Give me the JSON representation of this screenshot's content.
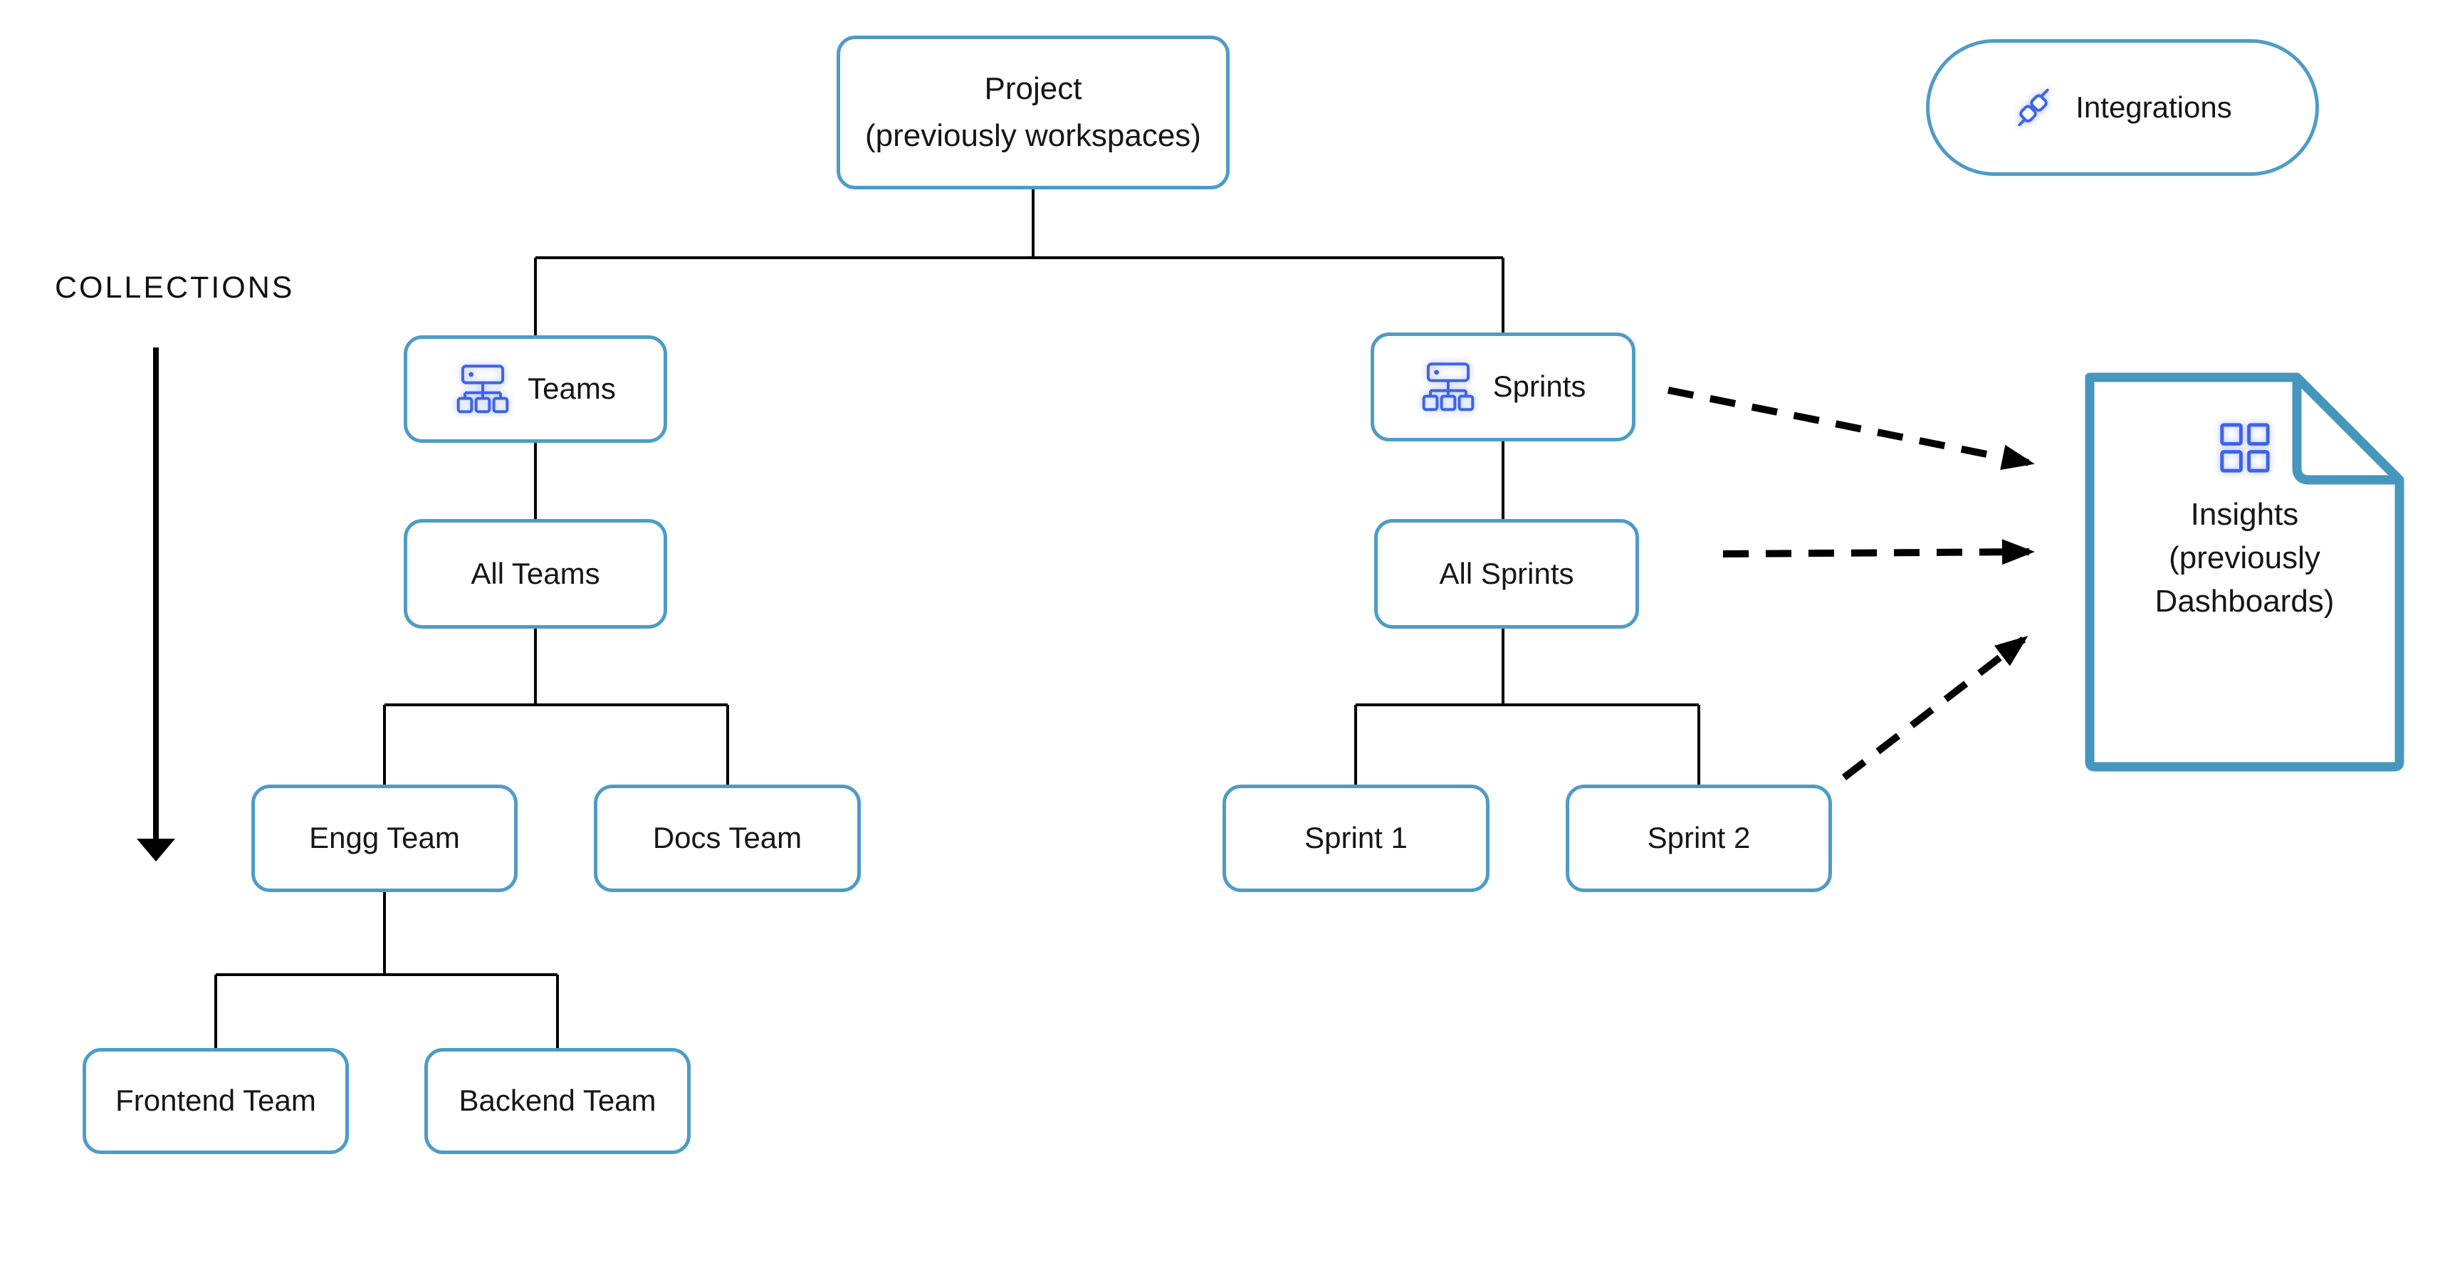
{
  "colors": {
    "node_border": "#4E9CC6",
    "document_border": "#4796BE",
    "icon_blue": "#3E63E7",
    "connector_black": "#000000",
    "text": "#161616",
    "background": "#ffffff"
  },
  "collections": {
    "label": "COLLECTIONS"
  },
  "integrations": {
    "label": "Integrations",
    "icon": "integration-plug-icon"
  },
  "nodes": {
    "project": {
      "line1": "Project",
      "line2": "(previously workspaces)"
    },
    "teams": {
      "label": "Teams",
      "icon": "org-hierarchy-icon"
    },
    "sprints": {
      "label": "Sprints",
      "icon": "org-hierarchy-icon"
    },
    "all_teams": {
      "label": "All Teams"
    },
    "all_sprints": {
      "label": "All Sprints"
    },
    "engg_team": {
      "label": "Engg Team"
    },
    "docs_team": {
      "label": "Docs Team"
    },
    "frontend_team": {
      "label": "Frontend Team"
    },
    "backend_team": {
      "label": "Backend Team"
    },
    "sprint_1": {
      "label": "Sprint 1"
    },
    "sprint_2": {
      "label": "Sprint 2"
    }
  },
  "insights": {
    "line1": "Insights",
    "line2": "(previously",
    "line3": "Dashboards)",
    "icon": "dashboard-grid-icon"
  },
  "edges": {
    "solid": [
      "Project → Teams",
      "Project → Sprints",
      "Teams → All Teams",
      "All Teams → Engg Team",
      "All Teams → Docs Team",
      "Engg Team → Frontend Team",
      "Engg Team → Backend Team",
      "Sprints → All Sprints",
      "All Sprints → Sprint 1",
      "All Sprints → Sprint 2"
    ],
    "dashed": [
      "Sprints ⇢ Insights",
      "All Sprints ⇢ Insights",
      "Sprints subtree ⇢ Insights"
    ]
  }
}
